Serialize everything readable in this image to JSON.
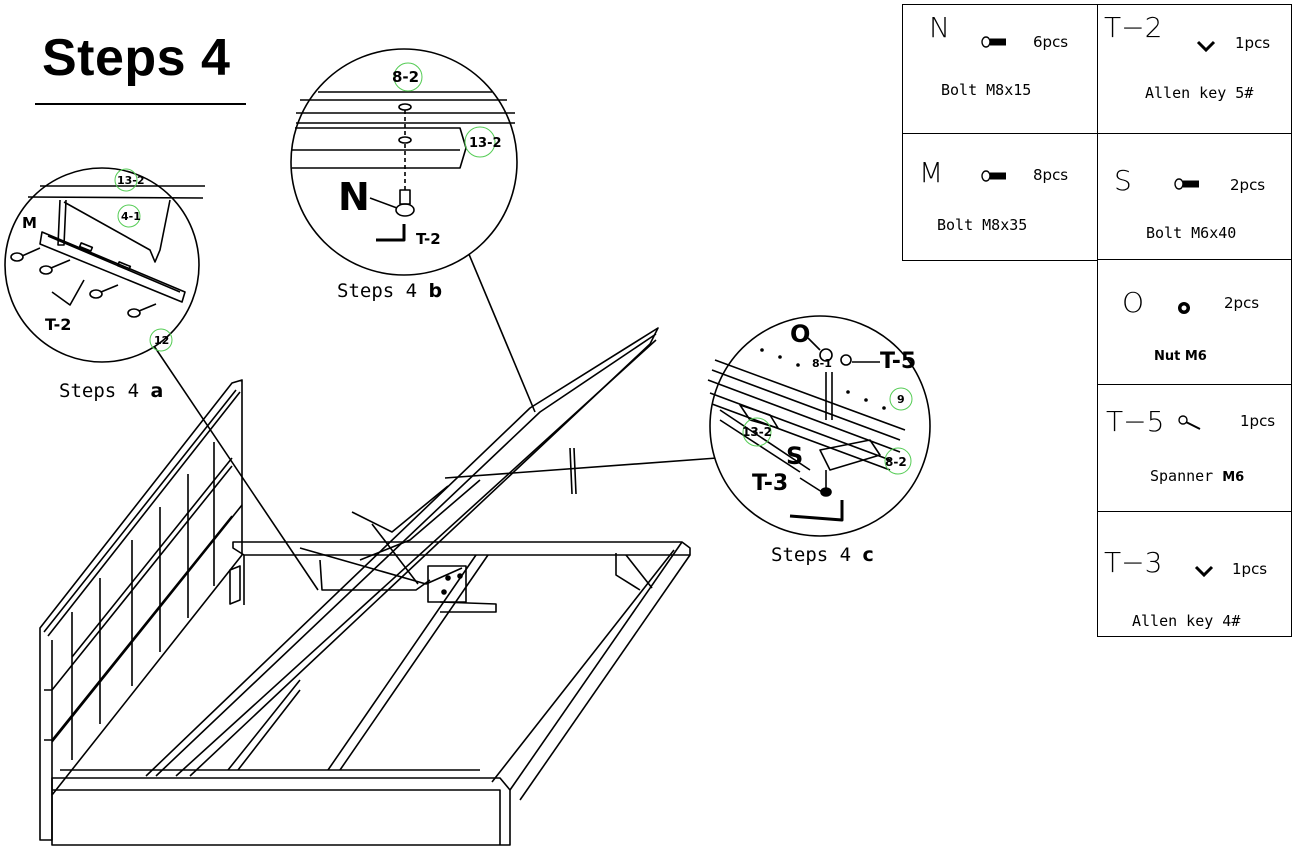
{
  "title": "Steps 4",
  "captions": {
    "a_prefix": "Steps 4",
    "a_letter": "a",
    "b_prefix": "Steps 4",
    "b_letter": "b",
    "c_prefix": "Steps 4",
    "c_letter": "c"
  },
  "callouts": {
    "a": {
      "top_label": "13-2",
      "mid_label": "4-1",
      "bolt": "M",
      "tool": "T-2",
      "bottom_label": "12"
    },
    "b": {
      "top_label": "8-2",
      "side_label": "13-2",
      "bolt": "N",
      "tool": "T-2"
    },
    "c": {
      "nut": "O",
      "rod_label": "8-1",
      "spanner": "T-5",
      "rail_label": "9",
      "lower_label": "8-2",
      "bracket_label": "13-2",
      "bolt": "S",
      "tool": "T-3"
    }
  },
  "parts": [
    {
      "code": "N",
      "qty": "6pcs",
      "name": "Bolt M8x15",
      "icon": "bolt-icon"
    },
    {
      "code": "T−2",
      "qty": "1pcs",
      "name": "Allen key  5#",
      "icon": "allen-key-icon"
    },
    {
      "code": "M",
      "qty": "8pcs",
      "name": "Bolt M8x35",
      "icon": "bolt-icon"
    },
    {
      "code": "S",
      "qty": "2pcs",
      "name": "Bolt M6x40",
      "icon": "bolt-icon"
    },
    {
      "code": "O",
      "qty": "2pcs",
      "name": "Nut M6",
      "icon": "nut-icon"
    },
    {
      "code": "T−5",
      "qty": "1pcs",
      "name_prefix": "Spanner",
      "name_bold": "M6",
      "icon": "spanner-icon"
    },
    {
      "code": "T−3",
      "qty": "1pcs",
      "name": "Allen key  4#",
      "icon": "allen-key-icon"
    }
  ]
}
